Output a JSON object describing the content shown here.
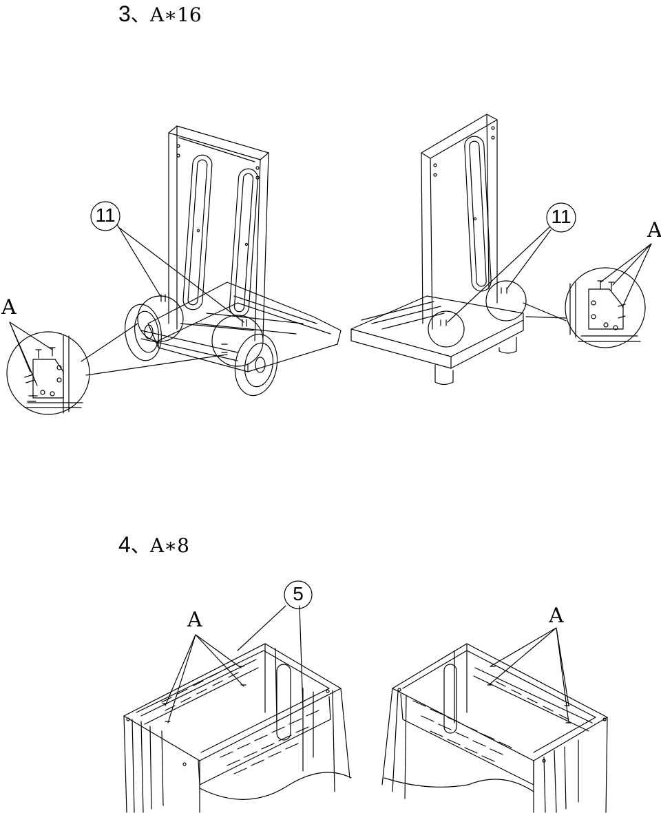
{
  "step3": {
    "number": "3",
    "separator": "、",
    "hardware": "A∗16",
    "callout_left": "11",
    "callout_right": "11",
    "label_left": "A",
    "label_right": "A"
  },
  "step4": {
    "number": "4",
    "separator": "、",
    "hardware": "A∗8",
    "callout_part": "5",
    "label_left": "A",
    "label_right": "A"
  }
}
